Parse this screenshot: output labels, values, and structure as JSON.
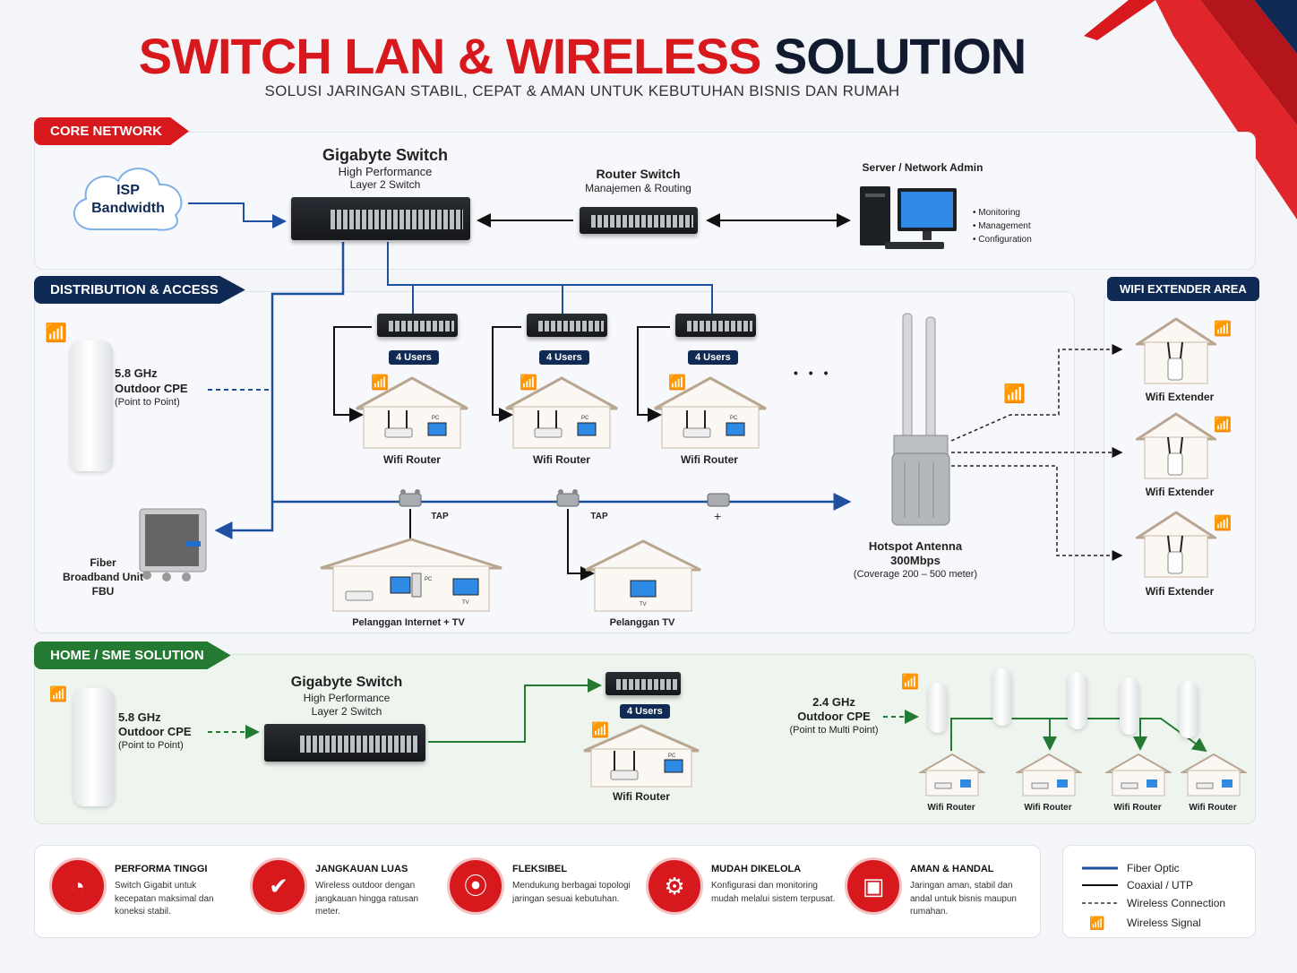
{
  "header": {
    "title_red": "SWITCH LAN & WIRELESS",
    "title_dark": "SOLUTION",
    "subtitle": "SOLUSI JARINGAN STABIL, CEPAT & AMAN UNTUK KEBUTUHAN BISNIS DAN RUMAH"
  },
  "sections": {
    "core": "CORE NETWORK",
    "distribution": "DISTRIBUTION & ACCESS",
    "extender": "WIFI EXTENDER AREA",
    "home": "HOME / SME SOLUTION"
  },
  "core": {
    "isp_line1": "ISP",
    "isp_line2": "Bandwidth",
    "gigabyte_title": "Gigabyte Switch",
    "gigabyte_sub1": "High Performance",
    "gigabyte_sub2": "Layer 2 Switch",
    "router_title": "Router Switch",
    "router_sub": "Manajemen & Routing",
    "server_title": "Server / Network Admin",
    "server_items": [
      "• Monitoring",
      "• Management",
      "• Configuration"
    ]
  },
  "distribution": {
    "cpe_title": "5.8 GHz",
    "cpe_title2": "Outdoor CPE",
    "cpe_sub": "(Point to Point)",
    "users_badge": "4 Users",
    "wifi_router": "Wifi Router",
    "pc": "PC",
    "tv": "TV",
    "tap": "TAP",
    "fbu_line1": "Fiber",
    "fbu_line2": "Broadband Unit",
    "fbu_line3": "FBU",
    "customer_internet_tv": "Pelanggan Internet + TV",
    "customer_tv": "Pelanggan TV",
    "hotspot_title": "Hotspot Antenna",
    "hotspot_speed": "300Mbps",
    "hotspot_coverage": "(Coverage 200 – 500 meter)",
    "extender_label": "Wifi Extender",
    "ellipsis": "• • •"
  },
  "home": {
    "cpe_title": "5.8 GHz",
    "cpe_title2": "Outdoor CPE",
    "cpe_sub": "(Point to Point)",
    "gigabyte_title": "Gigabyte Switch",
    "gigabyte_sub1": "High Performance",
    "gigabyte_sub2": "Layer 2 Switch",
    "users_badge": "4 Users",
    "wifi_router": "Wifi Router",
    "cpe24_title": "2.4 GHz",
    "cpe24_title2": "Outdoor CPE",
    "cpe24_sub": "(Point to Multi Point)",
    "small_router": "Wifi Router"
  },
  "features": [
    {
      "title": "PERFORMA TINGGI",
      "desc": "Switch Gigabit untuk kecepatan maksimal dan koneksi stabil.",
      "icon": "speedometer-icon"
    },
    {
      "title": "JANGKAUAN LUAS",
      "desc": "Wireless outdoor dengan jangkauan hingga ratusan meter.",
      "icon": "shield-check-icon"
    },
    {
      "title": "FLEKSIBEL",
      "desc": "Mendukung berbagai topologi jaringan sesuai kebutuhan.",
      "icon": "wifi-icon"
    },
    {
      "title": "MUDAH DIKELOLA",
      "desc": "Konfigurasi dan monitoring mudah melalui sistem terpusat.",
      "icon": "gear-icon"
    },
    {
      "title": "AMAN & HANDAL",
      "desc": "Jaringan aman, stabil dan andal untuk bisnis maupun rumahan.",
      "icon": "lock-shield-icon"
    }
  ],
  "legend": [
    {
      "label": "Fiber Optic",
      "color": "#1f4fa0"
    },
    {
      "label": "Coaxial / UTP",
      "color": "#111111"
    },
    {
      "label": "Wireless Connection",
      "color": "#333333"
    },
    {
      "label": "Wireless Signal",
      "color": "#1f6fd0"
    }
  ],
  "colors": {
    "red": "#d7191e",
    "navy": "#0f2a55",
    "green": "#247a33",
    "fiber": "#1f4fa0"
  }
}
